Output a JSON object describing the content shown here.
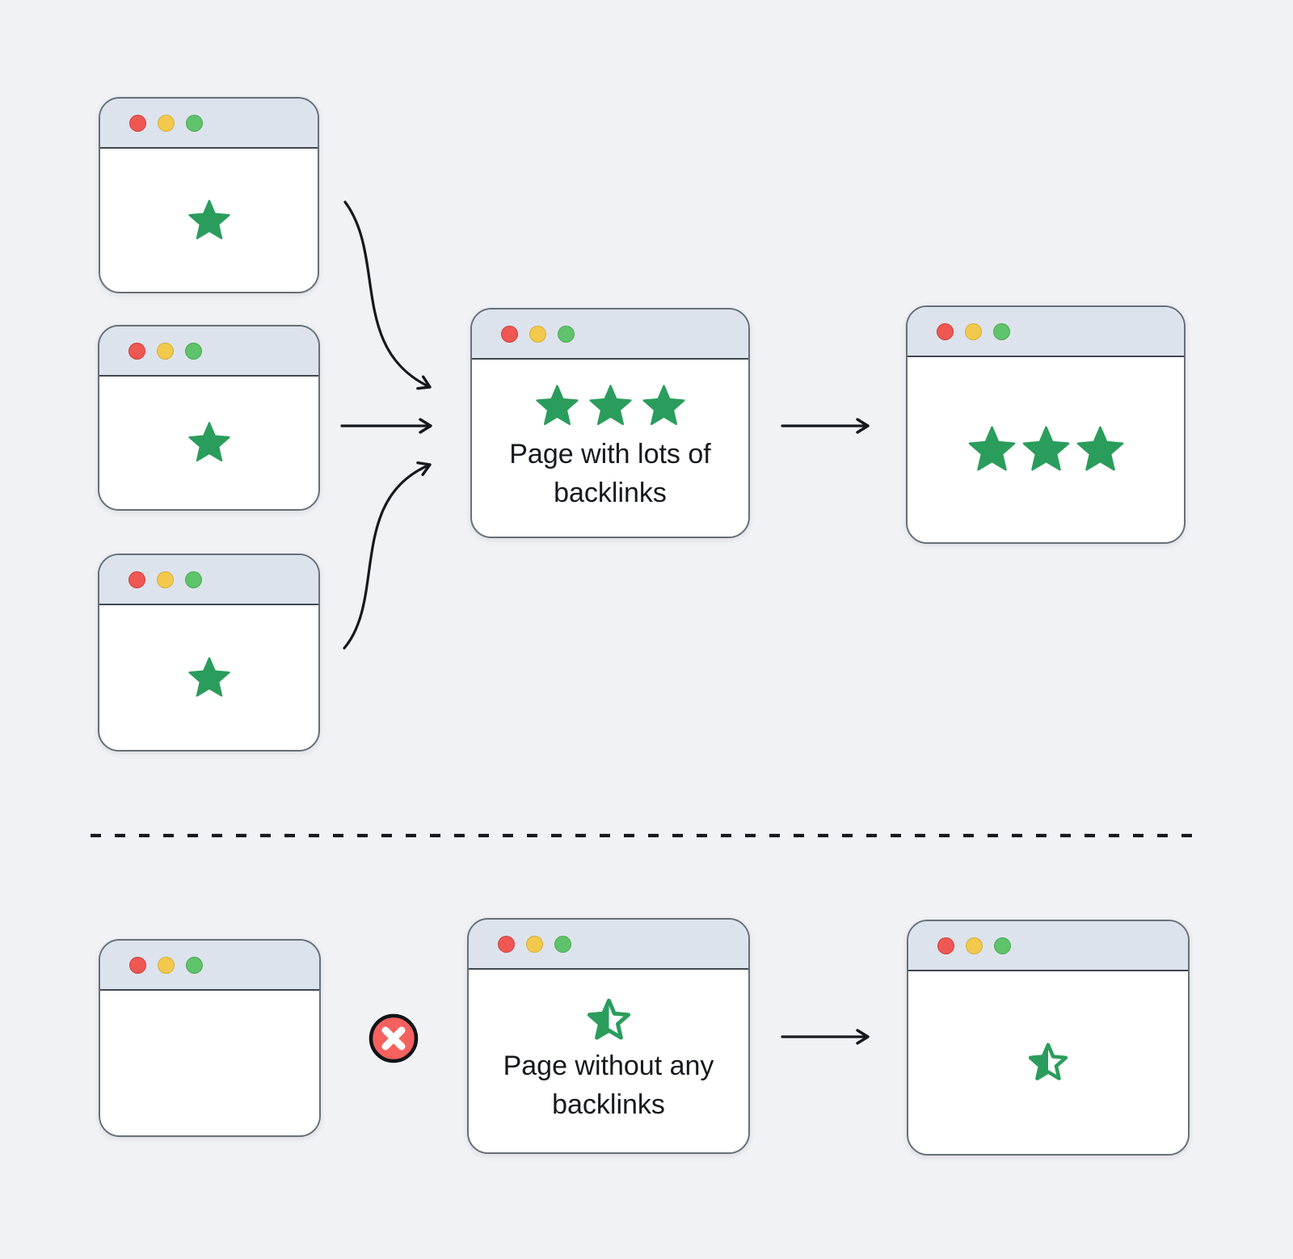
{
  "diagram": {
    "title_visible": false,
    "top_flow": {
      "sources": [
        {
          "name": "linking-page-1",
          "stars": {
            "count": 1,
            "variant": "solid"
          }
        },
        {
          "name": "linking-page-2",
          "stars": {
            "count": 1,
            "variant": "solid"
          }
        },
        {
          "name": "linking-page-3",
          "stars": {
            "count": 1,
            "variant": "solid"
          }
        }
      ],
      "page": {
        "label": "Page with lots of backlinks",
        "stars": {
          "count": 3,
          "variant": "solid"
        }
      },
      "result": {
        "stars": {
          "count": 3,
          "variant": "solid"
        }
      }
    },
    "bottom_flow": {
      "source": {
        "stars": {
          "count": 0,
          "variant": "solid"
        }
      },
      "blocked_icon": "x-circle-icon",
      "page": {
        "label": "Page without any backlinks",
        "stars": {
          "count": 1,
          "variant": "half"
        }
      },
      "result": {
        "stars": {
          "count": 1,
          "variant": "half"
        }
      }
    },
    "window_chrome_icons": [
      "close-dot",
      "minimize-dot",
      "zoom-dot"
    ],
    "divider_style": "dashed"
  },
  "colors": {
    "background": "#f0f2f6",
    "window_bg": "#ffffff",
    "header_bg": "#dde3ec",
    "window_border": "#667077",
    "star_green": "#2a9d5c",
    "arrow_black": "#15181c",
    "dot_red": "#ef5753",
    "dot_yellow": "#f2c94c",
    "dot_green": "#5ec36a",
    "x_red": "#f5615e"
  }
}
